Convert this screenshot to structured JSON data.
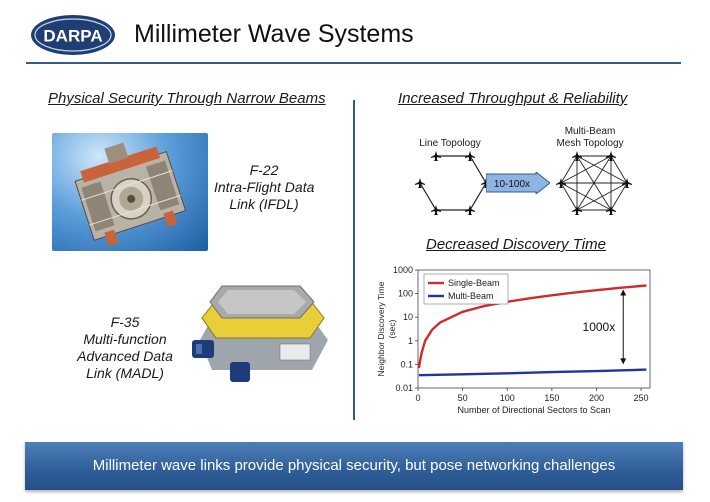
{
  "header": {
    "logo_text": "DARPA",
    "title": "Millimeter Wave Systems"
  },
  "left": {
    "heading": "Physical Security Through Narrow Beams",
    "f22_caption": [
      "F-22",
      "Intra-Flight Data",
      "Link (IFDL)"
    ],
    "f35_caption": [
      "F-35",
      "Multi-function",
      "Advanced Data",
      "Link (MADL)"
    ]
  },
  "right": {
    "heading": "Increased Throughput & Reliability",
    "line_topology_label": "Line Topology",
    "mesh_topology_label": [
      "Multi-Beam",
      "Mesh Topology"
    ],
    "arrow_label": "10-100x",
    "discovery_heading": "Decreased Discovery Time"
  },
  "banner": {
    "text": "Millimeter wave links provide physical security, but pose networking challenges"
  },
  "colors": {
    "accent": "#2f5c8f",
    "banner": "#2e5e99",
    "single_beam": "#d12a2a",
    "multi_beam": "#2233aa",
    "arrow_fill": "#8db4e2"
  },
  "chart_data": {
    "type": "line",
    "xlabel": "Number of Directional Sectors to Scan",
    "ylabel": [
      "Neighbor Discovery Time",
      "(sec)"
    ],
    "xlim": [
      0,
      260
    ],
    "ylim": [
      0.01,
      1000
    ],
    "yscale": "log",
    "xticks": [
      "0",
      "50",
      "100",
      "150",
      "200",
      "250"
    ],
    "xtick_values": [
      0,
      50,
      100,
      150,
      200,
      250
    ],
    "yticks": [
      "0.01",
      "0.1",
      "1",
      "10",
      "100",
      "1000"
    ],
    "ytick_values": [
      0.01,
      0.1,
      1,
      10,
      100,
      1000
    ],
    "legend_position": "top-left",
    "annotation": "1000x",
    "series": [
      {
        "name": "Single-Beam",
        "x": [
          1,
          2,
          4,
          8,
          16,
          25,
          50,
          75,
          100,
          125,
          150,
          175,
          200,
          225,
          256
        ],
        "y": [
          0.07,
          0.12,
          0.3,
          1.0,
          3.0,
          6.0,
          17,
          30,
          45,
          63,
          85,
          110,
          140,
          175,
          220
        ]
      },
      {
        "name": "Multi-Beam",
        "x": [
          1,
          50,
          100,
          150,
          200,
          256
        ],
        "y": [
          0.035,
          0.038,
          0.042,
          0.047,
          0.052,
          0.06
        ]
      }
    ]
  }
}
